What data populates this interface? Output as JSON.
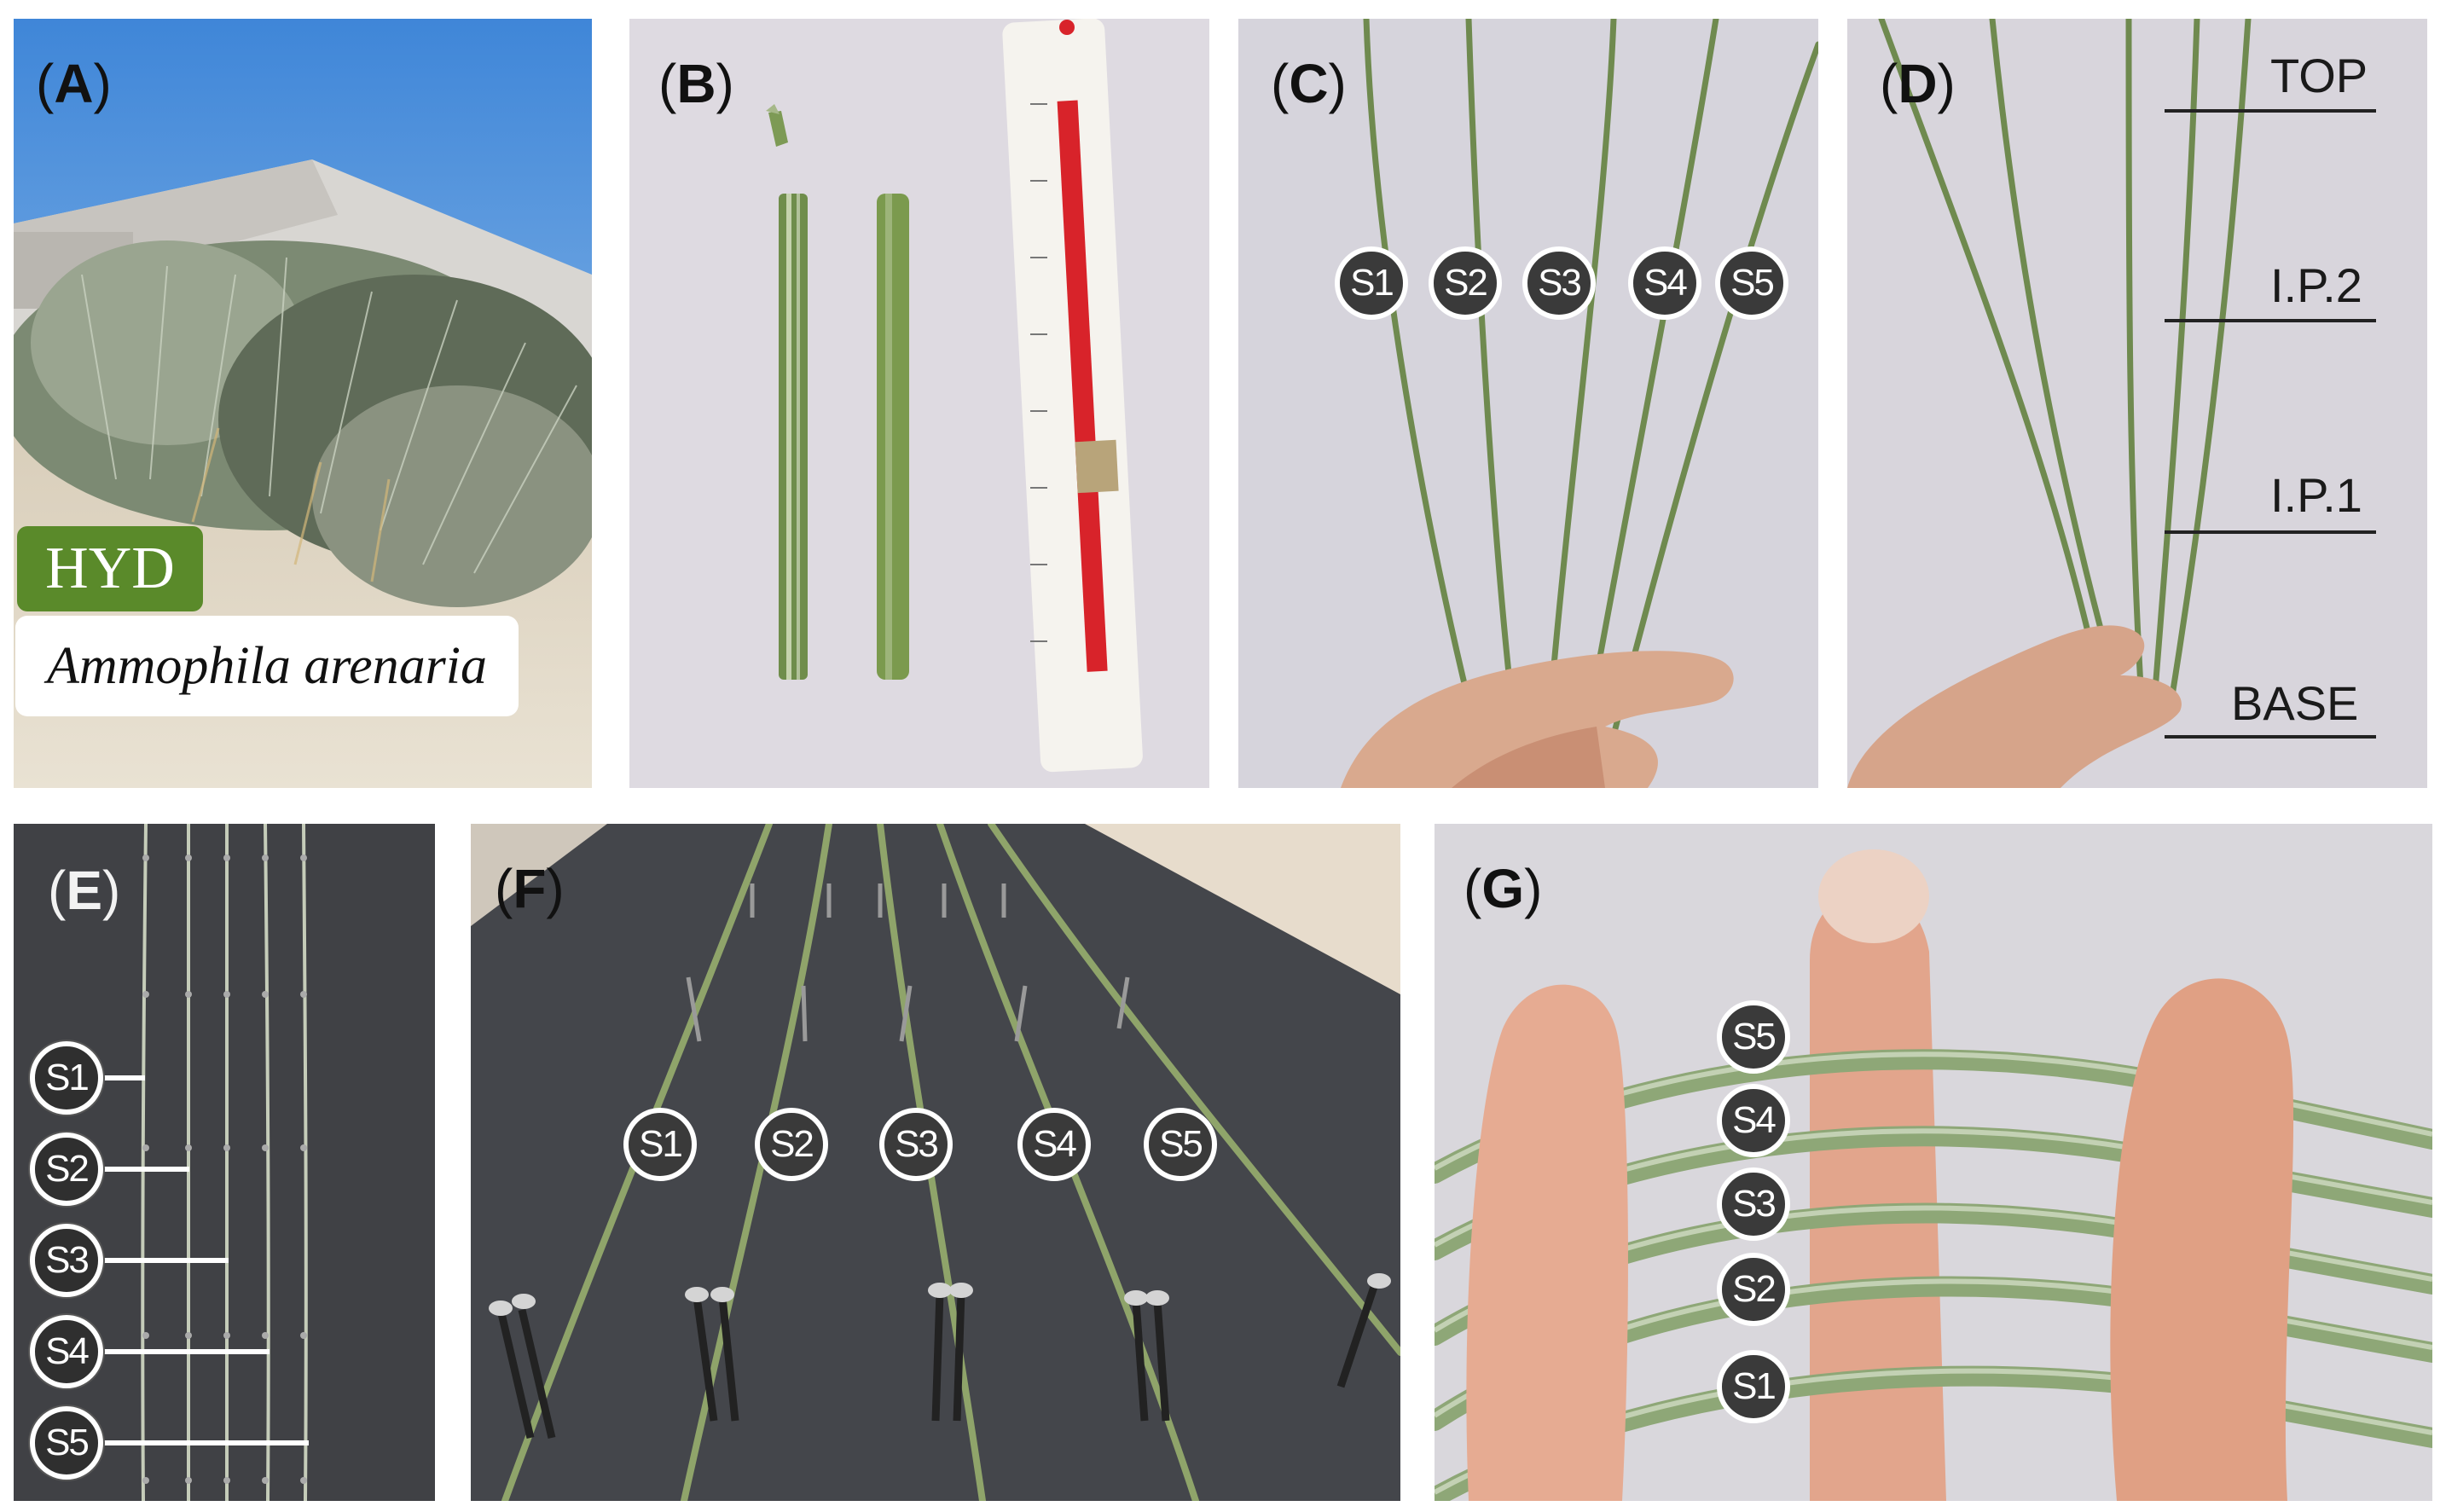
{
  "panels": {
    "A": {
      "label": "A",
      "badge": "HYD",
      "species": "Ammophila arenaria"
    },
    "B": {
      "label": "B"
    },
    "C": {
      "label": "C",
      "samples": [
        "S1",
        "S2",
        "S3",
        "S4",
        "S5"
      ]
    },
    "D": {
      "label": "D",
      "levels": [
        "TOP",
        "I.P.2",
        "I.P.1",
        "BASE"
      ]
    },
    "E": {
      "label": "E",
      "samples": [
        "S1",
        "S2",
        "S3",
        "S4",
        "S5"
      ]
    },
    "F": {
      "label": "F",
      "samples": [
        "S1",
        "S2",
        "S3",
        "S4",
        "S5"
      ]
    },
    "G": {
      "label": "G",
      "samples": [
        "S5",
        "S4",
        "S3",
        "S2",
        "S1"
      ]
    }
  },
  "colors": {
    "hyd_badge": "#5a8a2a",
    "stem_green": "#7d9a55",
    "badge_dark": "#3a3a3a",
    "ruler_red": "#d8232a"
  }
}
